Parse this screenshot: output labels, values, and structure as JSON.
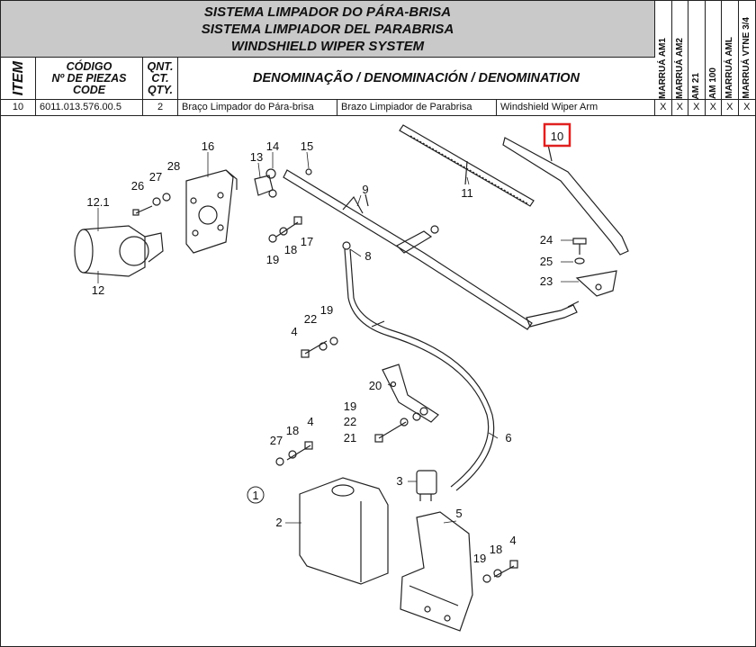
{
  "title": {
    "line_pt": "SISTEMA LIMPADOR DO PÁRA-BRISA",
    "line_es": "SISTEMA LIMPIADOR DEL PARABRISA",
    "line_en": "WINDSHIELD WIPER SYSTEM"
  },
  "headers": {
    "item": "ITEM",
    "code_1": "CÓDIGO",
    "code_2": "Nº DE PIEZAS",
    "code_3": "CODE",
    "qty_1": "QNT.",
    "qty_2": "CT.",
    "qty_3": "QTY.",
    "denomination": "DENOMINAÇÃO / DENOMINACIÓN / DENOMINATION"
  },
  "models": [
    "MARRUÁ AM1",
    "MARRUÁ AM2",
    "AM 21",
    "AM 100",
    "MARRUÁ AML",
    "MARRUÁ VTNE 3/4"
  ],
  "row": {
    "item": "10",
    "code": "6011.013.576.00.5",
    "qty": "2",
    "name_pt": "Braço Limpador do Pára-brisa",
    "name_es": "Brazo Limpiador de Parabrisa",
    "name_en": "Windshield Wiper Arm",
    "marks": [
      "X",
      "X",
      "X",
      "X",
      "X",
      "X"
    ]
  },
  "callouts": {
    "c16": "16",
    "c14": "14",
    "c15": "15",
    "c13": "13",
    "c9": "9",
    "c11": "11",
    "c10": "10",
    "c26": "26",
    "c27": "27",
    "c28": "28",
    "c12_1": "12.1",
    "c12": "12",
    "c17": "17",
    "c18a": "18",
    "c19a": "19",
    "c8": "8",
    "c24": "24",
    "c25": "25",
    "c23": "23",
    "c4a": "4",
    "c22a": "22",
    "c19b": "19",
    "c20": "20",
    "c19c": "19",
    "c22b": "22",
    "c21": "21",
    "c6": "6",
    "c27b": "27",
    "c18b": "18",
    "c4b": "4",
    "c3": "3",
    "c1": "1",
    "c2": "2",
    "c5": "5",
    "c19d": "19",
    "c18c": "18",
    "c4c": "4"
  },
  "highlight_color": "#e02020"
}
